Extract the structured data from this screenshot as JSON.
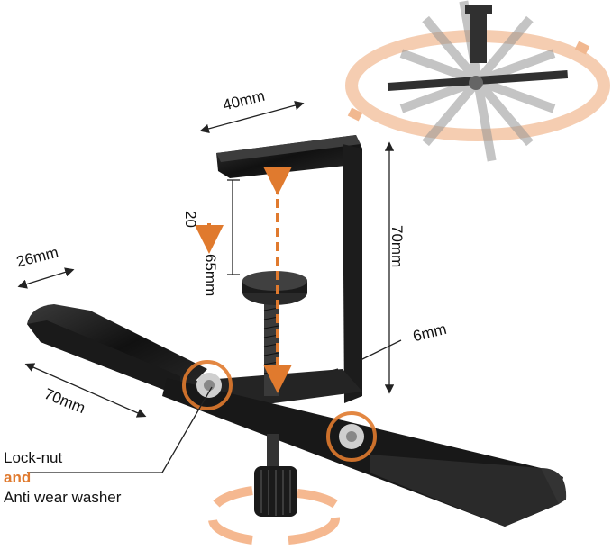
{
  "dimensions": {
    "top_width": "40mm",
    "arm_width": "26mm",
    "clamp_min": "20",
    "clamp_max": "65mm",
    "height": "70mm",
    "thickness": "6mm",
    "arm_length": "70mm"
  },
  "caption": {
    "line1": "Lock-nut",
    "line2": "and",
    "line3": "Anti wear washer"
  },
  "colors": {
    "accent": "#e07a2e",
    "metal": "#1a1a1a",
    "arrow": "#222222"
  }
}
